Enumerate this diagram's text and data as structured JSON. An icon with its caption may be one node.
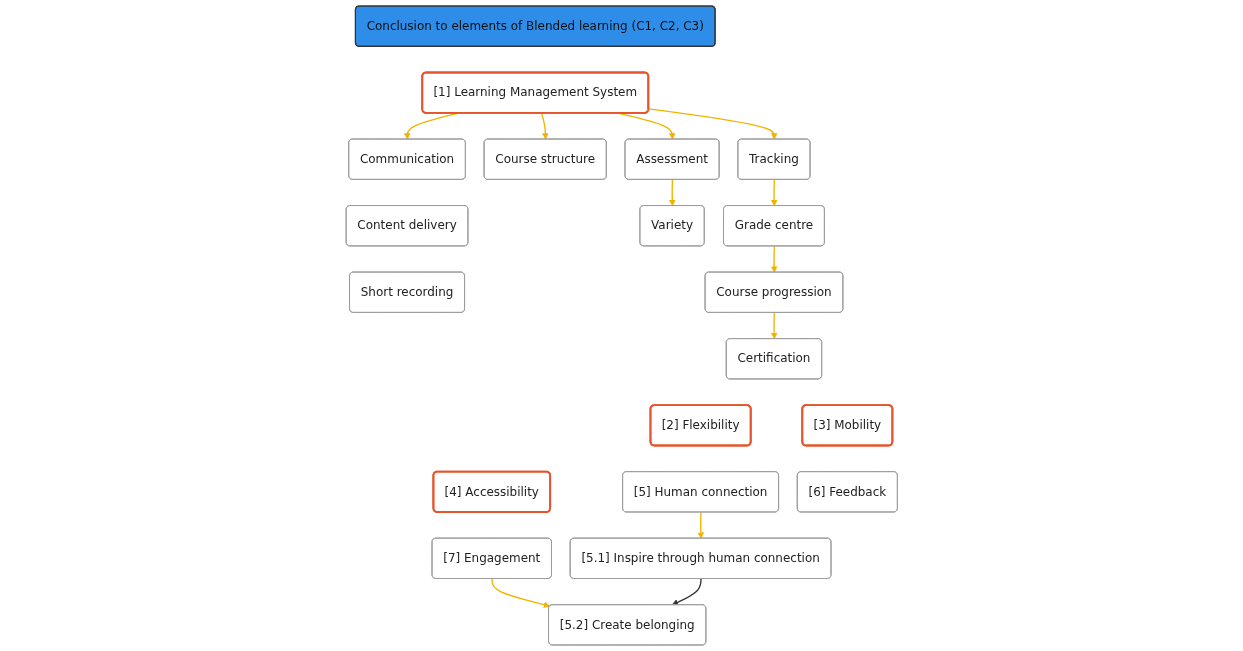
{
  "diagram": {
    "nodes": [
      {
        "text": [
          "Conclusion to elements of Blended learning (C1, C2, C3)"
        ]
      },
      {
        "text": [
          "[1] Learning Management System"
        ]
      },
      {
        "text": [
          "Communication"
        ]
      },
      {
        "text": [
          "Course structure"
        ]
      },
      {
        "text": [
          "Content delivery"
        ]
      },
      {
        "text": [
          "Short recording"
        ]
      },
      {
        "text": [
          "Assessment"
        ]
      },
      {
        "text": [
          "Variety"
        ]
      },
      {
        "text": [
          "Tracking"
        ]
      },
      {
        "text": [
          "Grade centre"
        ]
      },
      {
        "text": [
          "Course progression"
        ]
      },
      {
        "text": [
          "Certification"
        ]
      },
      {
        "text": [
          "[2] Flexibility"
        ]
      },
      {
        "text": [
          "[3] Mobility"
        ]
      },
      {
        "text": [
          "[4] Accessibility"
        ]
      },
      {
        "text": [
          "[5] Human connection"
        ]
      },
      {
        "text": [
          "[6] Feedback"
        ]
      },
      {
        "text": [
          "[7] Engagement"
        ]
      },
      {
        "text": [
          "[5.1] Inspire through human connection"
        ]
      },
      {
        "text": [
          "[5.2] Create belonging"
        ]
      }
    ],
    "edges": [
      {
        "from": 1,
        "to": 2,
        "arrow": "to"
      },
      {
        "from": 1,
        "to": 3,
        "arrow": "to"
      },
      {
        "from": 1,
        "to": 6,
        "arrow": "to"
      },
      {
        "from": 1,
        "to": 8,
        "arrow": "to"
      },
      {
        "from": 6,
        "to": 7,
        "arrow": "to"
      },
      {
        "from": 8,
        "to": 9,
        "arrow": "to"
      },
      {
        "from": 9,
        "to": 10,
        "arrow": "to"
      },
      {
        "from": 10,
        "to": 11,
        "arrow": "to"
      },
      {
        "from": 15,
        "to": 18,
        "arrow": "to"
      },
      {
        "from": 17,
        "to": 19,
        "arrow": "to"
      },
      {
        "from": 18,
        "to": 19,
        "arrow": "to",
        "color": "#333333"
      }
    ]
  }
}
